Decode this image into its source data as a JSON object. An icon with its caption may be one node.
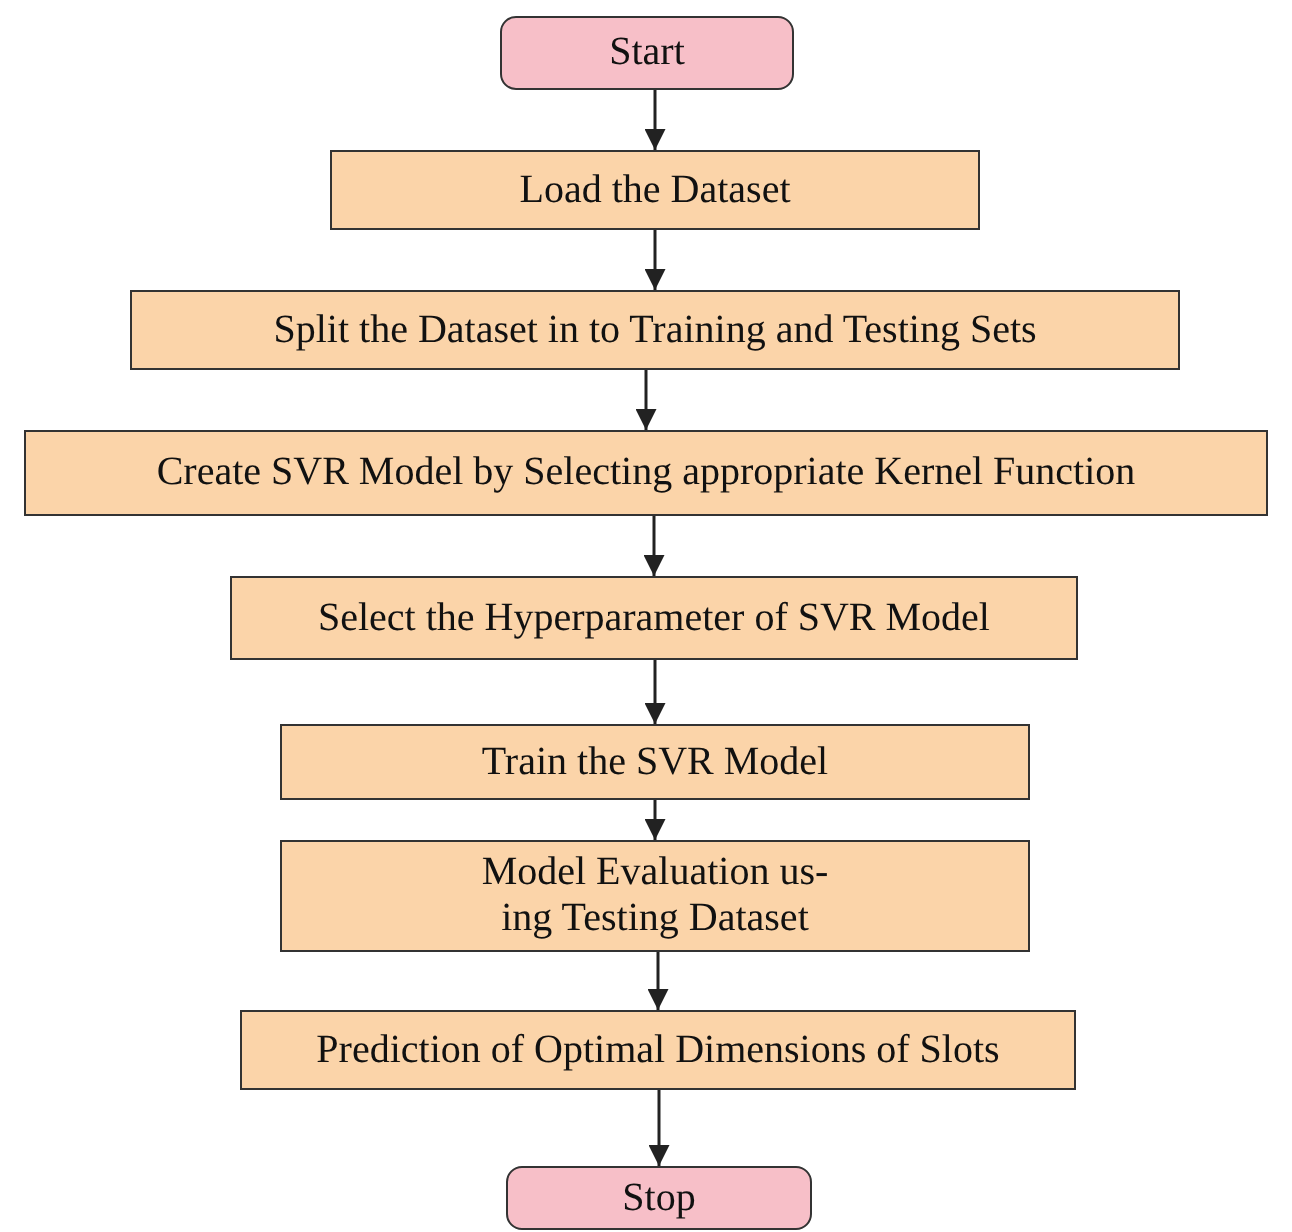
{
  "diagram": {
    "nodes": [
      {
        "text": [
          "Start"
        ]
      },
      {
        "text": [
          "Load the Dataset"
        ]
      },
      {
        "text": [
          "Split the Dataset in to Training and Testing Sets"
        ]
      },
      {
        "text": [
          "Create SVR Model by Selecting appropriate Kernel Function"
        ]
      },
      {
        "text": [
          "Select the Hyperparameter of SVR Model"
        ]
      },
      {
        "text": [
          "Train the SVR Model"
        ]
      },
      {
        "text": [
          "Model Evaluation us- ing Testing Dataset"
        ]
      },
      {
        "text": [
          "Prediction of Optimal Dimensions of Slots"
        ]
      },
      {
        "text": [
          "Stop"
        ]
      }
    ],
    "edges": [
      {
        "from": 0,
        "to": 1,
        "arrow": "to"
      },
      {
        "from": 1,
        "to": 2,
        "arrow": "to"
      },
      {
        "from": 2,
        "to": 3,
        "arrow": "to"
      },
      {
        "from": 3,
        "to": 4,
        "arrow": "to"
      },
      {
        "from": 4,
        "to": 5,
        "arrow": "to"
      },
      {
        "from": 5,
        "to": 6,
        "arrow": "to"
      },
      {
        "from": 6,
        "to": 7,
        "arrow": "to"
      },
      {
        "from": 7,
        "to": 8,
        "arrow": "to"
      }
    ]
  }
}
